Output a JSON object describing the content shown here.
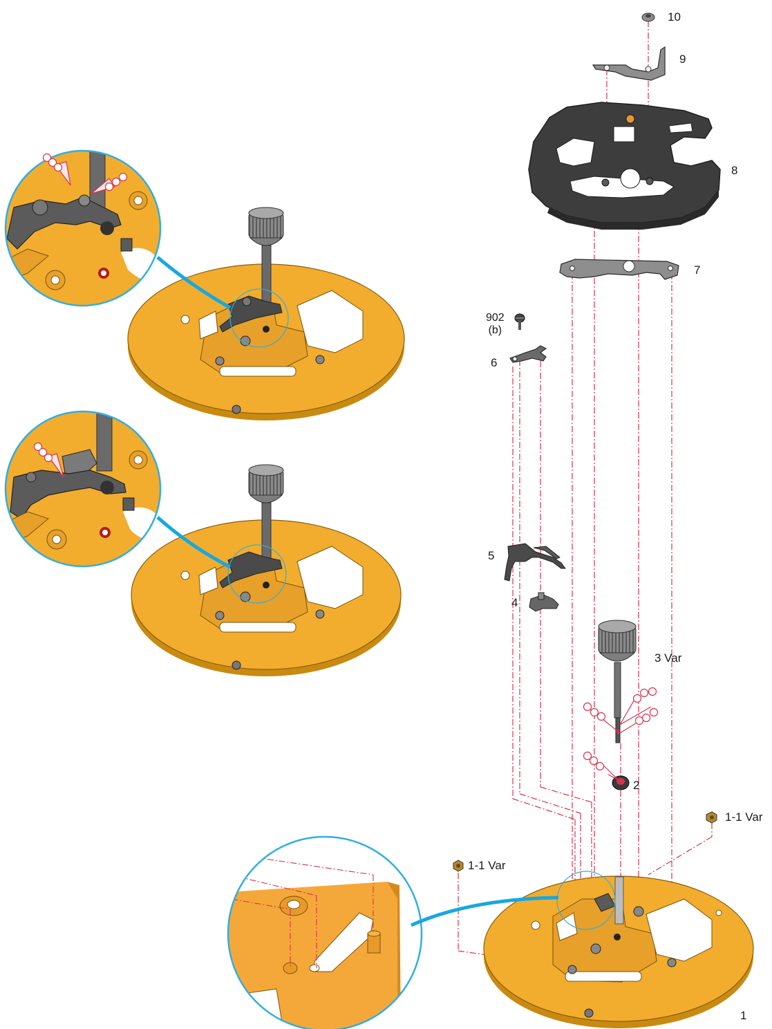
{
  "labels": {
    "p10": "10",
    "p9": "9",
    "p8": "8",
    "p7": "7",
    "p902": "902",
    "p902b": "(b)",
    "p6": "6",
    "p5": "5",
    "p4": "4",
    "p3": "3 Var",
    "p2": "2",
    "p1_1_right": "1-1 Var",
    "p1_1_left": "1-1 Var",
    "p1": "1"
  },
  "colors": {
    "mainplate": "#f2ad2e",
    "mainplate_edge": "#c98a12",
    "bridge_dark": "#4a4a4a",
    "part_grey": "#7b7b7b",
    "callout_ring": "#31aee0",
    "callout_line": "#17a8e0",
    "assembly_line": "#d8324b",
    "oil_marker": "#d8324b",
    "jewel_red": "#b31c1c"
  }
}
